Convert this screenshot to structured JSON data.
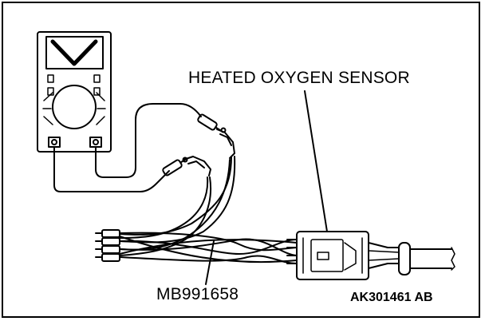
{
  "labels": {
    "sensor": "HEATED OXYGEN SENSOR",
    "tool": "MB991658",
    "figure_code": "AK301461",
    "figure_suffix": "AB"
  },
  "meter": {
    "display_symbol": "V"
  },
  "colors": {
    "ink": "#000000",
    "background": "#ffffff"
  }
}
